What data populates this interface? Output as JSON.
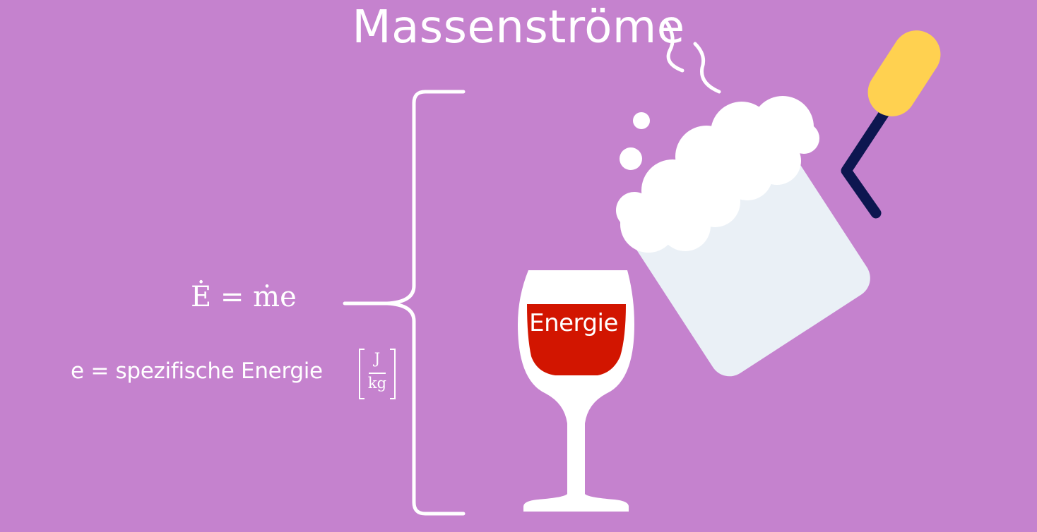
{
  "title": "Massenströme",
  "formula": "Ė = ṁe",
  "definition": {
    "text": "e = spezifische Energie",
    "unit_numerator": "J",
    "unit_denominator": "kg"
  },
  "glass_label": "Energie",
  "colors": {
    "background": "#c582ce",
    "foreground": "#ffffff",
    "wine": "#d21500",
    "pot_body": "#eaf0f6",
    "handle_dark": "#0d1650",
    "handle_grip": "#ffd150"
  },
  "icons": [
    "curly-brace-icon",
    "wine-glass-icon",
    "cooking-pot-icon",
    "steam-icon"
  ]
}
